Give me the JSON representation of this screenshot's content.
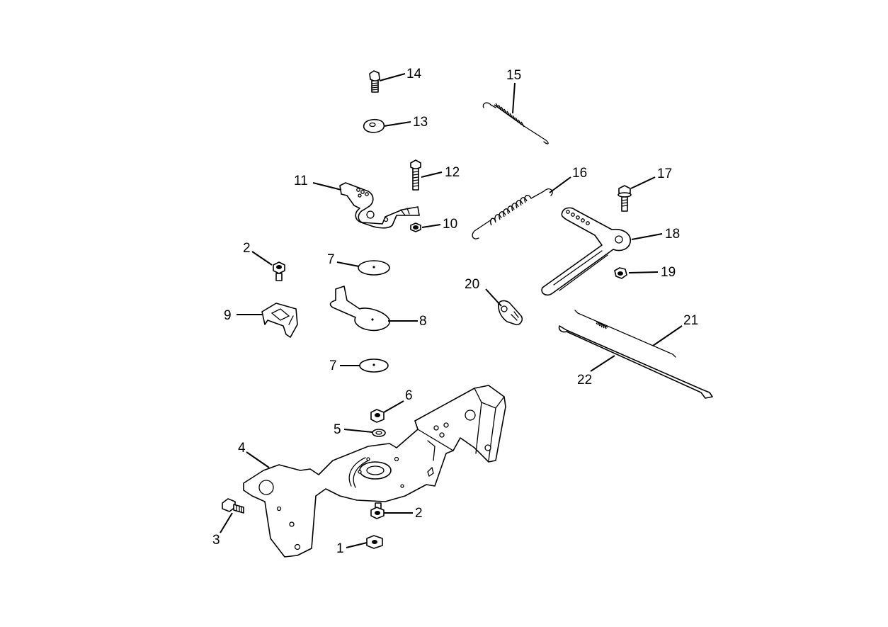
{
  "callouts": {
    "c1": "1",
    "c2a": "2",
    "c2b": "2",
    "c3": "3",
    "c4": "4",
    "c5": "5",
    "c6": "6",
    "c7a": "7",
    "c7b": "7",
    "c8": "8",
    "c9": "9",
    "c10": "10",
    "c11": "11",
    "c12": "12",
    "c13": "13",
    "c14": "14",
    "c15": "15",
    "c16": "16",
    "c17": "17",
    "c18": "18",
    "c19": "19",
    "c20": "20",
    "c21": "21",
    "c22": "22"
  }
}
